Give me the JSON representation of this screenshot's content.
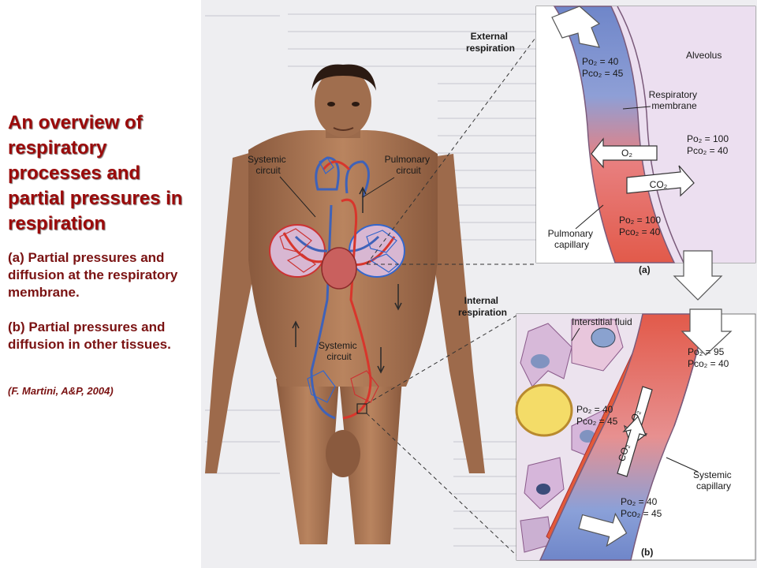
{
  "slide": {
    "title": "An overview of respiratory processes and partial pressures in respiration",
    "caption_a": "(a) Partial pressures and diffusion at the respiratory membrane.",
    "caption_b": "(b) Partial pressures and diffusion in other tissues.",
    "citation": "(F. Martini, A&P, 2004)"
  },
  "figure": {
    "body_labels": {
      "systemic_circuit_top": "Systemic circuit",
      "pulmonary_circuit": "Pulmonary circuit",
      "systemic_circuit_bottom": "Systemic circuit"
    },
    "panel_a": {
      "external_respiration": "External respiration",
      "alveolus": "Alveolus",
      "respiratory_membrane": "Respiratory membrane",
      "alveolus_po2": "Po₂ = 40",
      "alveolus_pco2": "Pco₂ = 45",
      "arterial_po2": "Po₂ = 100",
      "arterial_pco2": "Pco₂ = 40",
      "capillary_po2": "Po₂ = 100",
      "capillary_pco2": "Pco₂ = 40",
      "o2": "O₂",
      "co2": "CO₂",
      "pulmonary_capillary": "Pulmonary capillary",
      "panel_tag": "(a)"
    },
    "panel_b": {
      "internal_respiration": "Internal respiration",
      "interstitial_fluid": "Interstitial fluid",
      "arterial_po2": "Po₂ = 95",
      "arterial_pco2": "Pco₂ = 40",
      "tissue_po2": "Po₂ = 40",
      "tissue_pco2": "Pco₂ = 45",
      "o2": "O₂",
      "co2": "CO₂",
      "systemic_capillary": "Systemic capillary",
      "venous_po2": "Po₂ = 40",
      "venous_pco2": "Pco₂ = 45",
      "panel_tag": "(b)"
    },
    "colors": {
      "title_red": "#9b0a0a",
      "oxygenated": "#e04a3a",
      "deoxygenated": "#3f62b8",
      "skin": "#b07a58",
      "arrow_fill": "#ffffff"
    }
  }
}
